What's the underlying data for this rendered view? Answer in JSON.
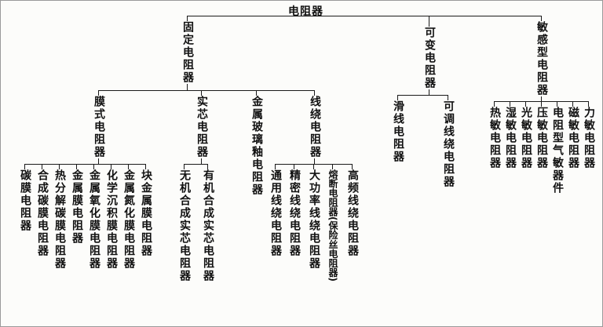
{
  "diagram": {
    "root": "电阻器",
    "level1": {
      "fixed": "固定电阻器",
      "variable": "可变电阻器",
      "sensitive": "敏感型电阻器"
    },
    "fixed_children": {
      "film": "膜式电阻器",
      "solid": "实芯电阻器",
      "glaze": "金属玻璃釉电阻器",
      "wirewound": "线绕电阻器"
    },
    "film_children": [
      "碳膜电阻器",
      "合成碳膜电阻器",
      "热分解碳膜电阻器",
      "金属膜电阻器",
      "金属氧化膜电阻器",
      "化学沉积膜电阻器",
      "金属氮化膜电阻器",
      "块金属膜电阻器"
    ],
    "solid_children": [
      "无机合成实芯电阻器",
      "有机合成实芯电阻器"
    ],
    "wirewound_children": [
      "通用线绕电阻器",
      "精密线绕电阻器",
      "大功率线绕电阻器",
      "熔断电阻器(保险丝电阻器)",
      "高频线绕电阻器"
    ],
    "variable_children": [
      "滑线电阻器",
      "可调线绕电阻器"
    ],
    "sensitive_children": [
      "热敏电阻器",
      "湿敏电阻器",
      "光敏电阻器",
      "压敏电阻器",
      "电阻型气敏器件",
      "磁敏电阻器",
      "力敏电阻器"
    ]
  }
}
